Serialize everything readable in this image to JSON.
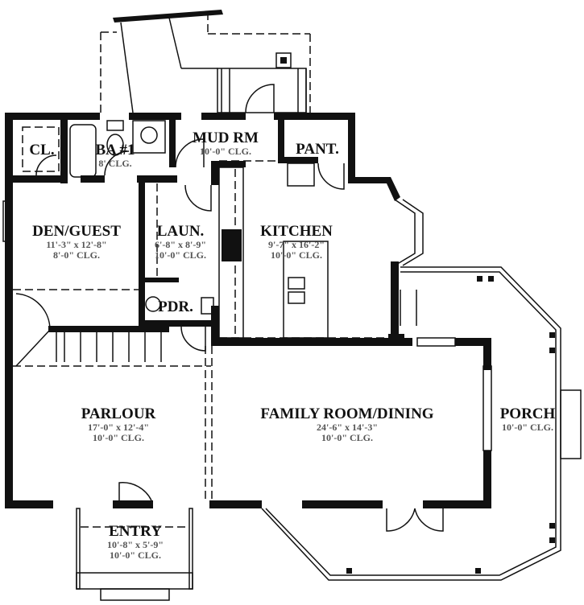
{
  "rooms": {
    "closet": {
      "name": "CL."
    },
    "bath": {
      "name": "BA #1",
      "ceiling": "8' CLG."
    },
    "mud_room": {
      "name": "MUD RM",
      "ceiling": "10'-0\" CLG."
    },
    "pantry": {
      "name": "PANT."
    },
    "den": {
      "name": "DEN/GUEST",
      "size": "11'-3\" x 12'-8\"",
      "ceiling": "8'-0\" CLG."
    },
    "laundry": {
      "name": "LAUN.",
      "size": "6'-8\" x 8'-9\"",
      "ceiling": "10'-0\" CLG."
    },
    "kitchen": {
      "name": "KITCHEN",
      "size": "9'-7\" x 16'-2\"",
      "ceiling": "10'-0\" CLG."
    },
    "powder": {
      "name": "PDR."
    },
    "parlour": {
      "name": "PARLOUR",
      "size": "17'-0\" x 12'-4\"",
      "ceiling": "10'-0\" CLG."
    },
    "family": {
      "name": "FAMILY ROOM/DINING",
      "size": "24'-6\" x 14'-3\"",
      "ceiling": "10'-0\" CLG."
    },
    "porch": {
      "name": "PORCH",
      "ceiling": "10'-0\" CLG."
    },
    "entry": {
      "name": "ENTRY",
      "size": "10'-8\" x 5'-9\"",
      "ceiling": "10'-0\" CLG."
    }
  }
}
